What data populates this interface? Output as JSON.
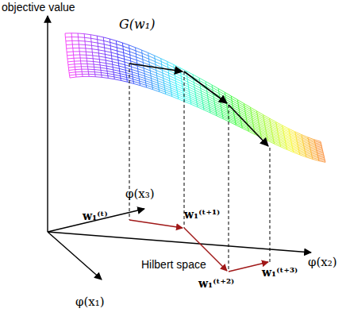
{
  "diagram": {
    "labels": [
      "objective value",
      "G(w₁)",
      "φ(x₃)",
      "φ(x₂)",
      "φ(x₁)",
      "Hilbert space",
      "w₁⁽ᵗ⁾",
      "w₁⁽ᵗ⁺¹⁾",
      "w₁⁽ᵗ⁺²⁾",
      "w₁⁽ᵗ⁺³⁾"
    ]
  }
}
